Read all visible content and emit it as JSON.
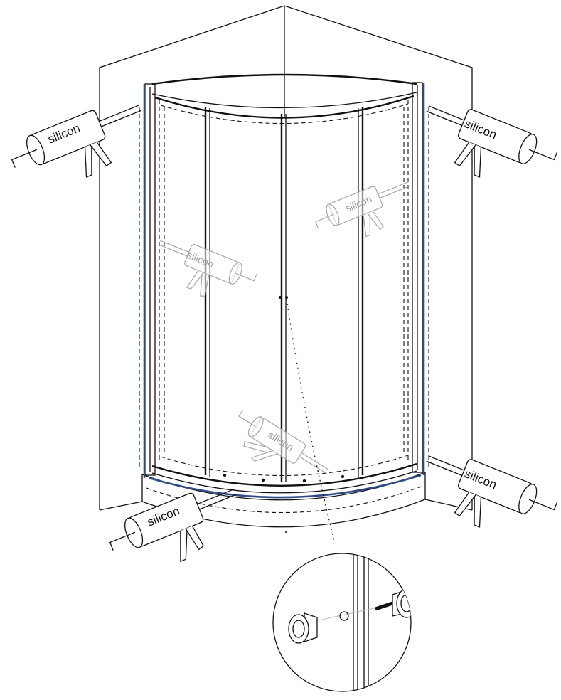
{
  "labels": {
    "gun_top_left": "silicon",
    "gun_top_right": "silicon",
    "gun_mid_right_ghost": "silicon",
    "gun_mid_left_ghost": "silicon",
    "gun_bottom_center_ghost": "silicon",
    "gun_bottom_left": "silicon",
    "gun_bottom_right": "silicon"
  },
  "colors": {
    "line": "#111111",
    "seal_bead": "#2e4a86",
    "ghost": "#a6a6a6",
    "background": "#ffffff"
  }
}
